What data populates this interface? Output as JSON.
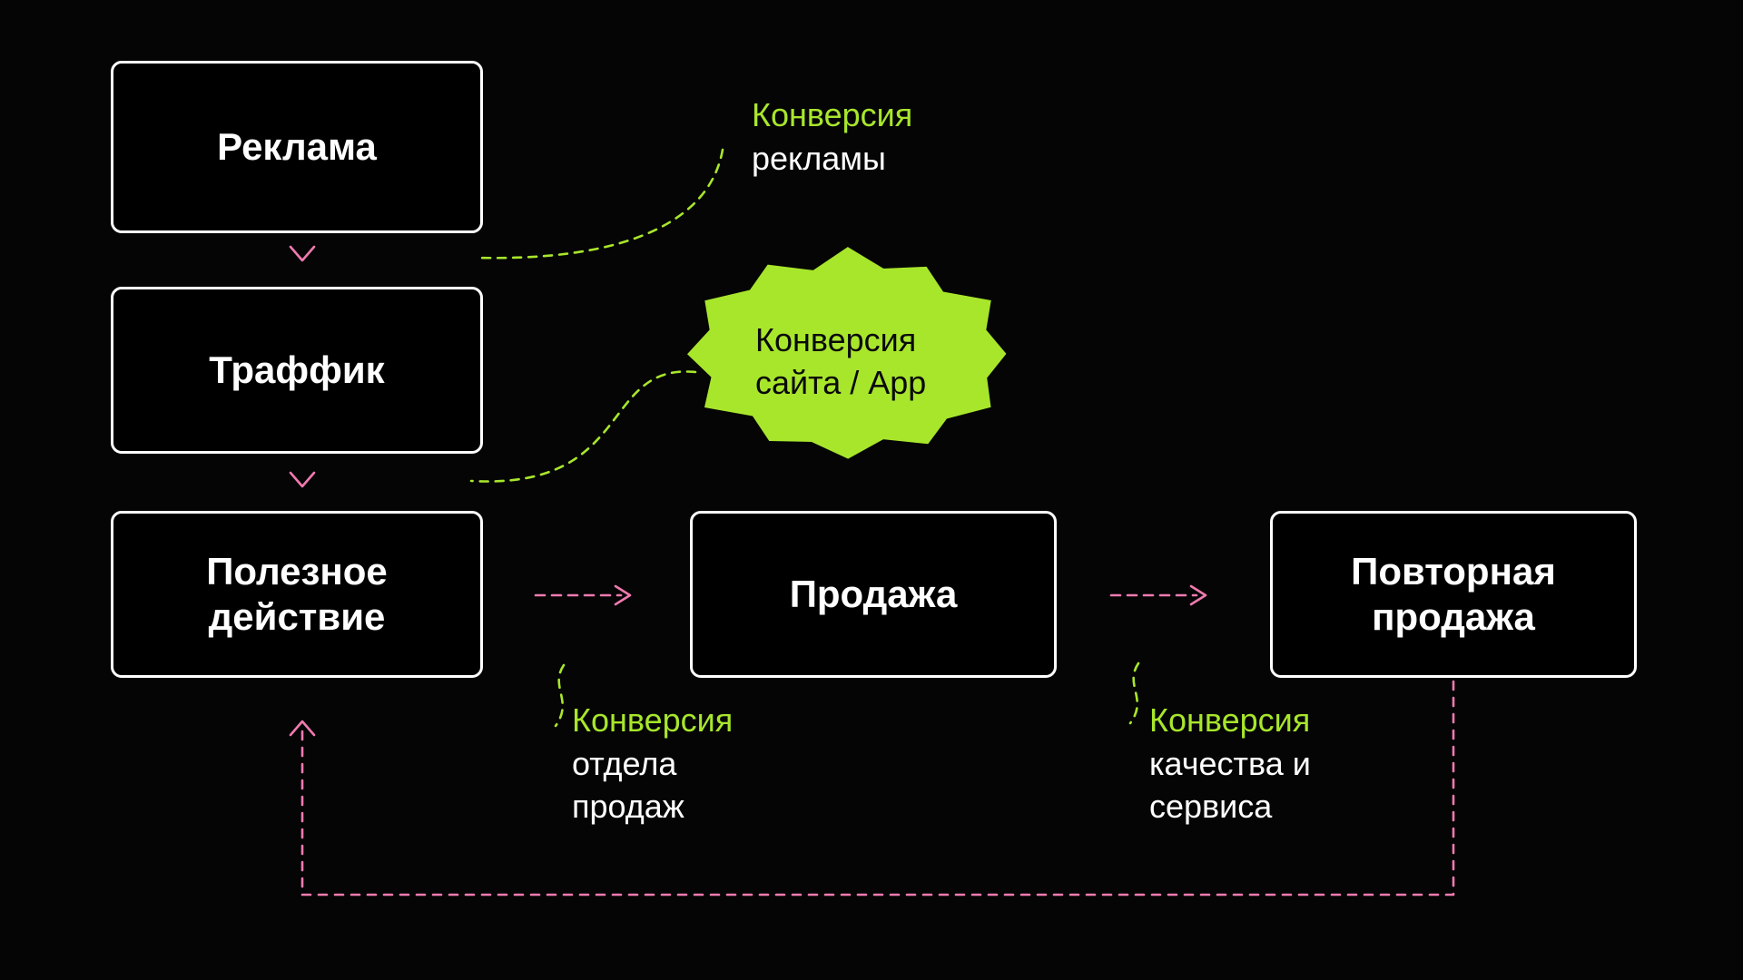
{
  "colors": {
    "background": "#050505",
    "box_fill": "#000000",
    "box_border": "#ffffff",
    "box_text": "#ffffff",
    "accent_green": "#a8e62c",
    "accent_pink": "#f07ab0",
    "blob_text": "#0a0a0a"
  },
  "boxes": [
    {
      "id": "ads",
      "label": "Реклама"
    },
    {
      "id": "traffic",
      "label": "Траффик"
    },
    {
      "id": "useful-action",
      "label": "Полезное действие"
    },
    {
      "id": "sale",
      "label": "Продажа"
    },
    {
      "id": "repeat-sale",
      "label": "Повторная продажа"
    }
  ],
  "annotations": {
    "ad_conversion": {
      "highlight": "Конверсия",
      "rest1": "рекламы"
    },
    "site_app_conversion": {
      "line1": "Конверсия",
      "line2": "сайта / App"
    },
    "sales_dept_conversion": {
      "highlight": "Конверсия",
      "rest1": "отдела",
      "rest2": "продаж"
    },
    "quality_service_conversion": {
      "highlight": "Конверсия",
      "rest1": "качества и",
      "rest2": "сервиса"
    }
  }
}
